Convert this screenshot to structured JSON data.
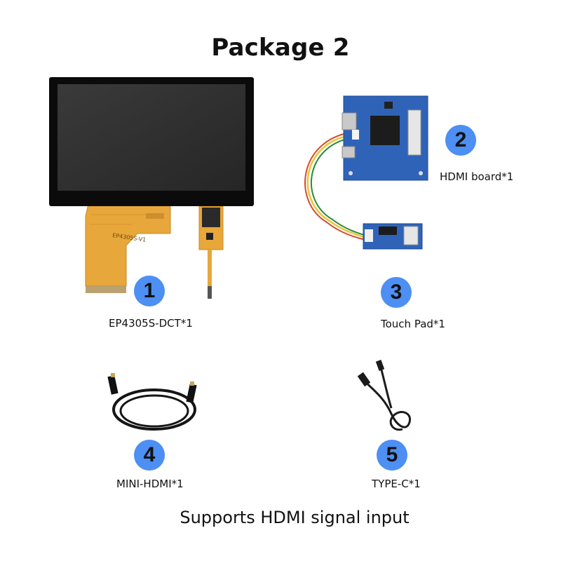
{
  "title": "Package 2",
  "footer": "Supports HDMI signal input",
  "items": [
    {
      "number": "1",
      "label": "EP4305S-DCT*1",
      "print": "EP4305S-V1"
    },
    {
      "number": "2",
      "label": "HDMI board*1"
    },
    {
      "number": "3",
      "label": "Touch Pad*1"
    },
    {
      "number": "4",
      "label": "MINI-HDMI*1"
    },
    {
      "number": "5",
      "label": "TYPE-C*1"
    }
  ],
  "colors": {
    "badge": "#4d8ff2",
    "fpc": "#e8a73a",
    "pcb": "#2f63b8",
    "screen": "#2e2e2e"
  }
}
